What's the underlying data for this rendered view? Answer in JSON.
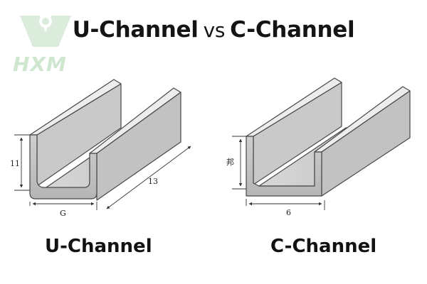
{
  "logo": {
    "text": "HXM",
    "icon": "hxm-brand-icon",
    "color": "#cfe6cf"
  },
  "title": {
    "left": "U-Channel",
    "connector": "vs",
    "right": "C-Channel"
  },
  "u_channel": {
    "caption": "U-Channel",
    "height_label": "11",
    "width_label": "G",
    "length_label": "13"
  },
  "c_channel": {
    "caption": "C-Channel",
    "height_label": "邦",
    "width_label": "6"
  },
  "colors": {
    "wall_front": "#c4c4c4",
    "wall_top": "#ededed",
    "wall_inner": "#b7b7b7",
    "floor": "#d6d6d6",
    "outline": "#474747",
    "text": "#141414"
  }
}
